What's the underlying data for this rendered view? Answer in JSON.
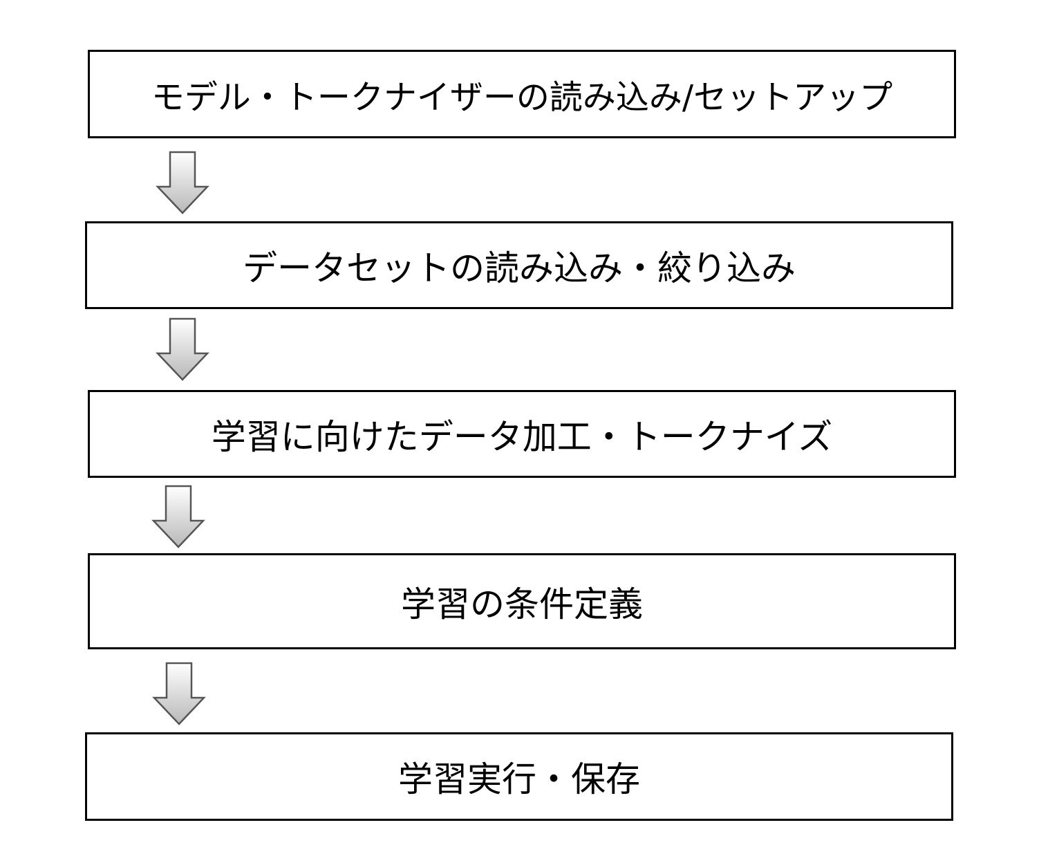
{
  "steps": [
    {
      "label": "モデル・トークナイザーの読み込み/セットアップ"
    },
    {
      "label": "データセットの読み込み・絞り込み"
    },
    {
      "label": "学習に向けたデータ加工・トークナイズ"
    },
    {
      "label": "学習の条件定義"
    },
    {
      "label": "学習実行・保存"
    }
  ],
  "arrow_icon": "down-arrow-icon",
  "colors": {
    "box_border": "#000000",
    "box_fill": "#ffffff",
    "arrow_gradient_top": "#ffffff",
    "arrow_gradient_bottom": "#b8b8b8",
    "arrow_stroke": "#555555"
  }
}
